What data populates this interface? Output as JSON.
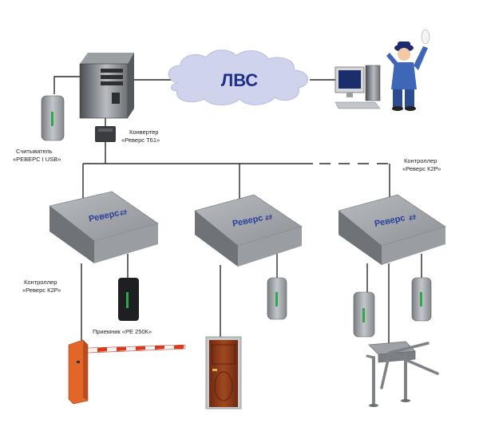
{
  "network": {
    "label": "ЛВС"
  },
  "reader_usb": {
    "line1": "Считыватель",
    "line2": "«РЕВЕРС I USB»"
  },
  "converter": {
    "line1": "Конвертер",
    "line2": "«Реверс Т61»"
  },
  "controller_left": {
    "line1": "Контроллер",
    "line2": "«Реверс К2Р»",
    "brand": "Реверс"
  },
  "controller_middle": {
    "brand": "Реверс"
  },
  "controller_right": {
    "line1": "Контроллер",
    "line2": "«Реверс К2Р»",
    "brand": "Реверс"
  },
  "receiver": {
    "label": "Приемник «РЕ 250К»"
  },
  "colors": {
    "cloud": "#cfd3ec",
    "cloud_text": "#1f2f8a",
    "controller_body": "#8c8f93",
    "brand_blue": "#2a3f9a",
    "barrier_orange": "#e2652a",
    "door_brown": "#8b3a1c",
    "reader_indicator": "#2ea84a"
  }
}
